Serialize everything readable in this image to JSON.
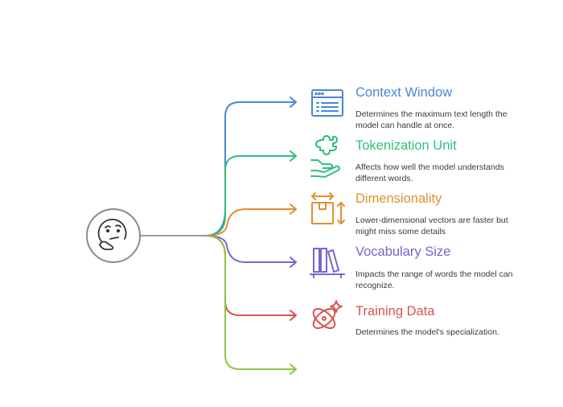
{
  "items": [
    {
      "title": "Context Window",
      "desc_lines": [
        "Determines the maximum text length the",
        "model can handle at once."
      ],
      "color": "#4a86d8",
      "icon": "browser-window-icon"
    },
    {
      "title": "Tokenization Unit",
      "desc_lines": [
        "Affects how well the model understands",
        "different words."
      ],
      "color": "#2fbf7a",
      "icon": "puzzle-hand-icon"
    },
    {
      "title": "Dimensionality",
      "desc_lines": [
        "Lower-dimensional vectors are faster but",
        "might miss some details"
      ],
      "color": "#e0902f",
      "icon": "box-dimensions-icon"
    },
    {
      "title": "Vocabulary Size",
      "desc_lines": [
        "Impacts the range of words the model can",
        "recognize."
      ],
      "color": "#7b63d0",
      "icon": "books-shelf-icon"
    },
    {
      "title": "Training Data",
      "desc_lines": [
        "Determines the model's specialization."
      ],
      "color": "#d9534f",
      "icon": "atom-sparkle-icon"
    }
  ],
  "last_branch_color": "#8cc63f",
  "center_icon": "thinking-face-icon"
}
